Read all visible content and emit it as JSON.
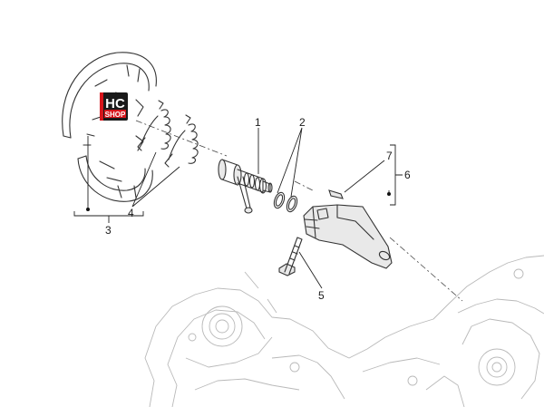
{
  "colors": {
    "logo_background": "#1a1a1a",
    "logo_accent": "#d6151b",
    "logo_text": "#ffffff",
    "line": "#333333",
    "case_line": "#b9b9b9"
  },
  "logo": {
    "line1": "HC",
    "line2": "SHOP"
  },
  "callouts": [
    {
      "id": "shaft",
      "label": "1"
    },
    {
      "id": "o-rings",
      "label": "2"
    },
    {
      "id": "brake-shoe-assembly",
      "label": "3"
    },
    {
      "id": "springs",
      "label": "4"
    },
    {
      "id": "bolt",
      "label": "5"
    },
    {
      "id": "lever-assembly",
      "label": "6"
    },
    {
      "id": "pin",
      "label": "7"
    }
  ]
}
